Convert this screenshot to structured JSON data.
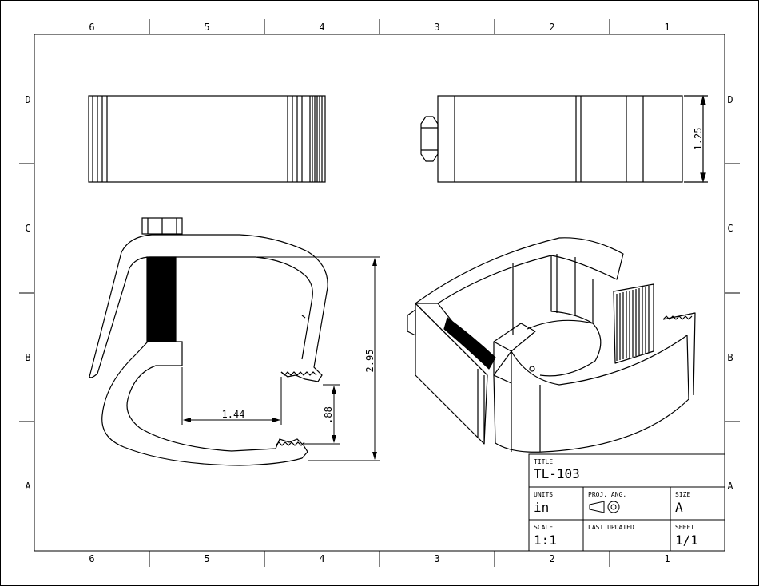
{
  "zones": {
    "columns": [
      "6",
      "5",
      "4",
      "3",
      "2",
      "1"
    ],
    "rows": [
      "D",
      "C",
      "B",
      "A"
    ]
  },
  "dimensions": {
    "height_top": "1.25",
    "opening": "2.95",
    "throat_depth": "1.44",
    "jaw_gap": ".88"
  },
  "title_block": {
    "title_label": "TITLE",
    "title": "TL-103",
    "units_label": "UNITS",
    "units": "in",
    "proj_label": "PROJ. ANG.",
    "size_label": "SIZE",
    "size": "A",
    "scale_label": "SCALE",
    "scale": "1:1",
    "updated_label": "LAST UPDATED",
    "updated": "",
    "sheet_label": "SHEET",
    "sheet": "1/1"
  },
  "colors": {
    "line": "#000000",
    "paper": "#ffffff"
  },
  "icons": [
    "third-angle-projection-icon"
  ]
}
